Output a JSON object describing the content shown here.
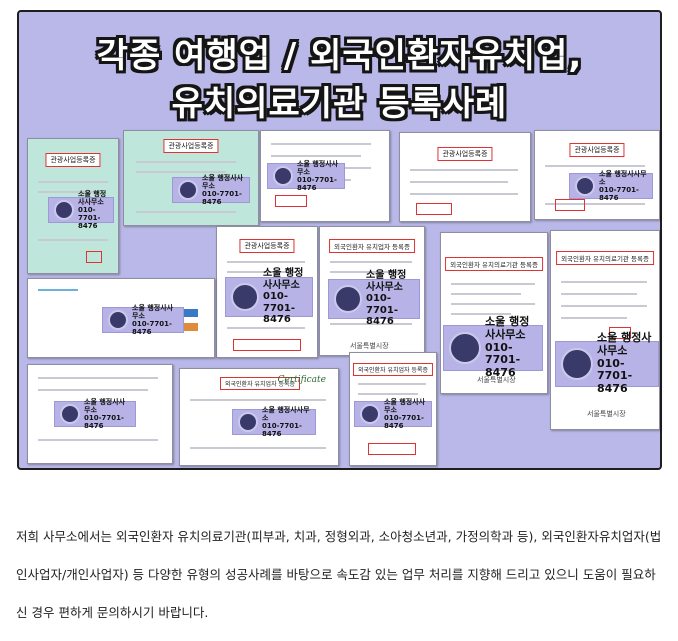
{
  "banner": {
    "title_line1": "각종 여행업 / 외국인환자유치업,",
    "title_line2": "유치의료기관 등록사례"
  },
  "watermark": {
    "office": "소울 행정사사무소",
    "phone": "010-7701-8476"
  },
  "documents": {
    "tourism_cert": "관광사업등록증",
    "foreign_patient_business_cert": "외국인환자 유치업자 등록증",
    "foreign_patient_institution_cert": "외국인환자 유치의료기관 등록증",
    "seoul_city": "서울특별시장",
    "certificate_script": "Certificate"
  },
  "body_text": "저희 사무소에서는 외국인환자 유치의료기관(피부과, 치과, 정형외과, 소아청소년과, 가정의학과 등), 외국인환자유치업자(법인사업자/개인사업자) 등 다양한 유형의 성공사례를 바탕으로 속도감 있는 업무 처리를 지향해 드리고 있으니 도움이 필요하신 경우 편하게 문의하시기 바랍니다."
}
